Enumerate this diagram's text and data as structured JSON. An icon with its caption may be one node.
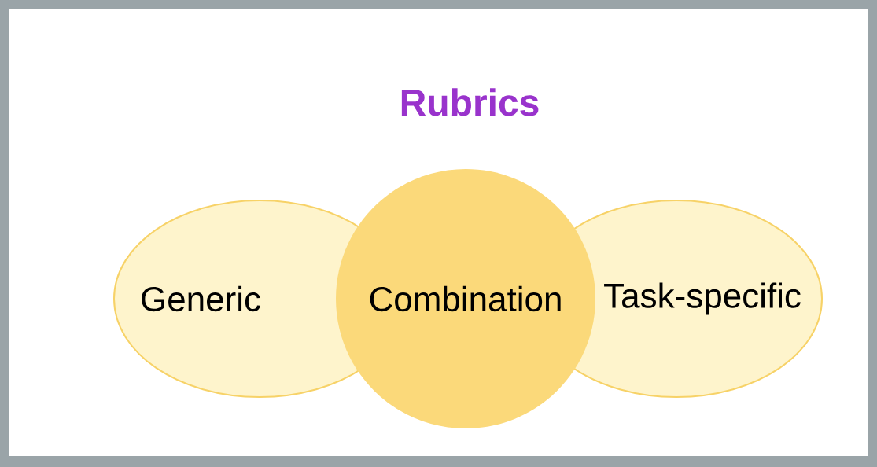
{
  "diagram": {
    "title": "Rubrics",
    "nodes": [
      {
        "text": [
          "Generic"
        ]
      },
      {
        "text": [
          "Combination"
        ]
      },
      {
        "text": [
          "Task-specific"
        ]
      }
    ]
  }
}
